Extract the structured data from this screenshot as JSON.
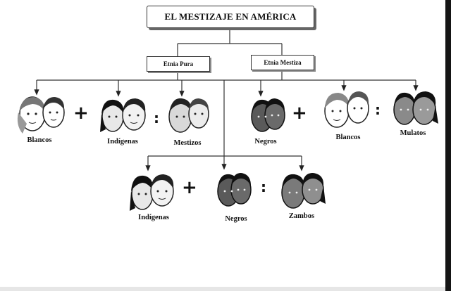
{
  "title": "EL MESTIZAJE EN AMÉRICA",
  "branches": {
    "left": "Etnia Pura",
    "right": "Etnia Mestiza"
  },
  "groups": {
    "blancos_1": "Blancos",
    "indigenas_1": "Indígenas",
    "mestizos": "Mestizos",
    "negros_1": "Negros",
    "blancos_2": "Blancos",
    "mulatos": "Mulatos",
    "indigenas_2": "Indígenas",
    "negros_2": "Negros",
    "zambos": "Zambos"
  },
  "operators": {
    "plus": "+",
    "equals": ":"
  },
  "icons": [
    "faces-light-icon",
    "faces-dark-icon"
  ]
}
